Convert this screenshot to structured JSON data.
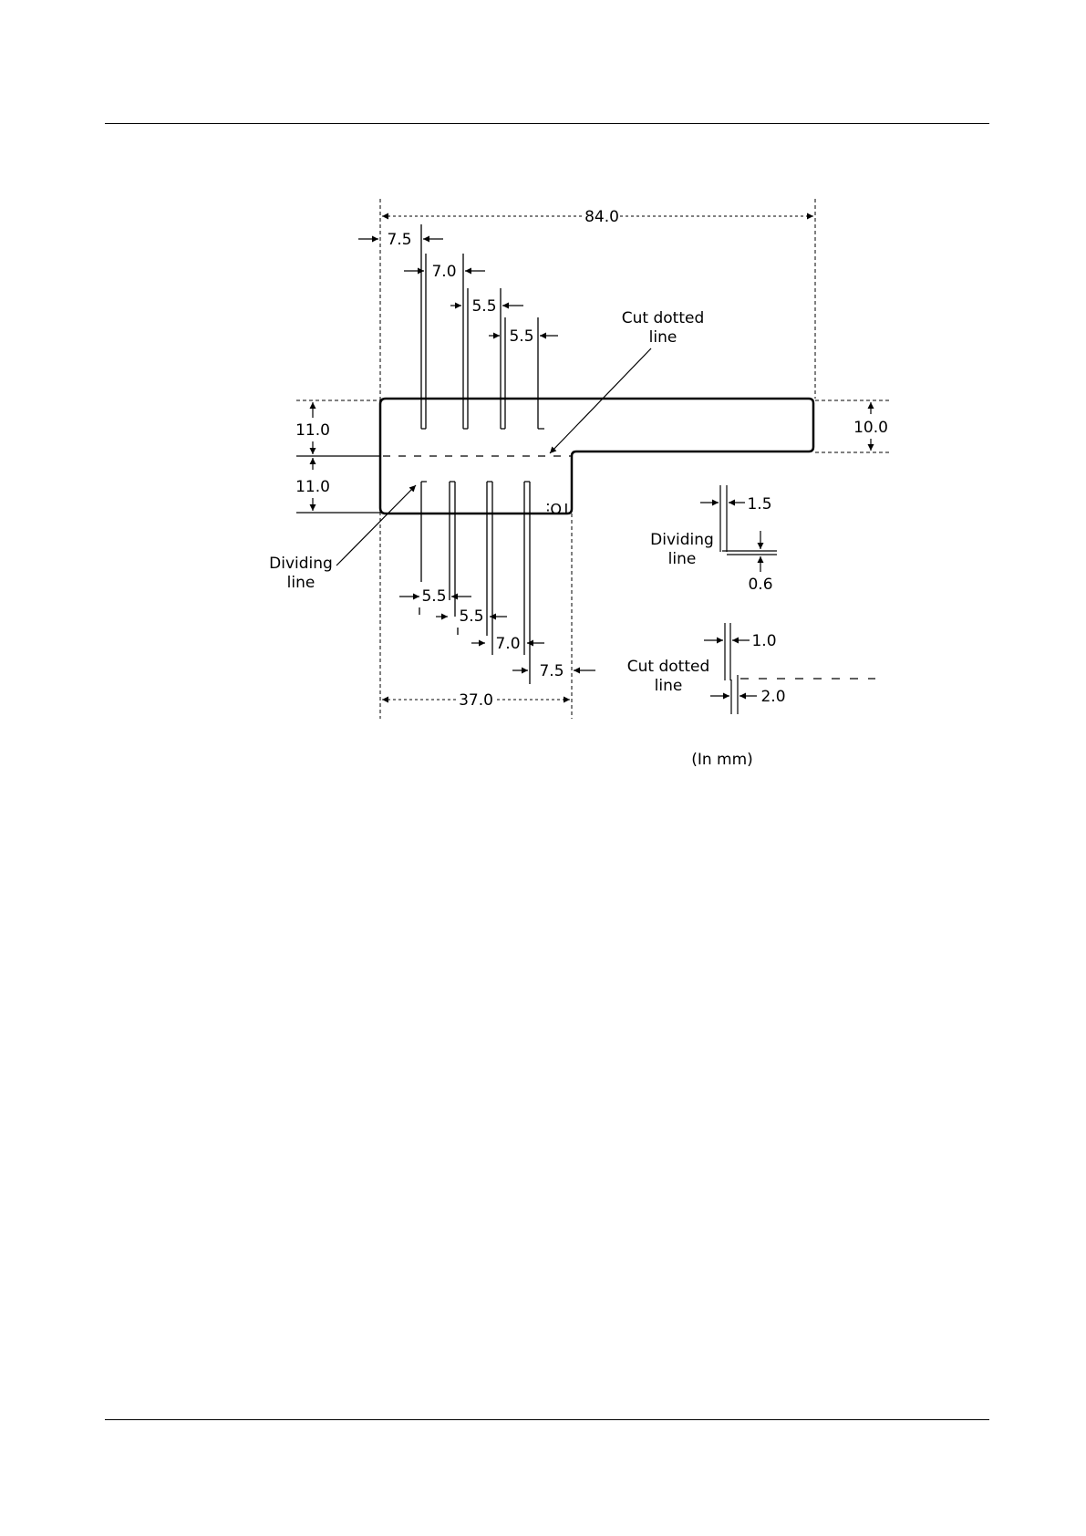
{
  "diagram": {
    "dims": {
      "overall_width": "84.0",
      "bottom_width": "37.0",
      "top_left_height": "11.0",
      "bottom_left_height": "11.0",
      "tab_height": "10.0",
      "top_seg_1": "7.5",
      "top_seg_2": "7.0",
      "top_seg_3": "5.5",
      "top_seg_4": "5.5",
      "bot_seg_1": "5.5",
      "bot_seg_2": "5.5",
      "bot_seg_3": "7.0",
      "bot_seg_4": "7.5"
    },
    "labels": {
      "cut_dotted_line_1": "Cut dotted",
      "cut_dotted_line_2": "line",
      "dividing_line_1": "Dividing",
      "dividing_line_2": "line",
      "to_mark": "TO:"
    },
    "detail_dividing": {
      "label_1": "Dividing",
      "label_2": "line",
      "width": "1.5",
      "thickness": "0.6"
    },
    "detail_cut": {
      "label_1": "Cut dotted",
      "label_2": "line",
      "width": "1.0",
      "gap": "2.0"
    },
    "units": "(In mm)"
  }
}
